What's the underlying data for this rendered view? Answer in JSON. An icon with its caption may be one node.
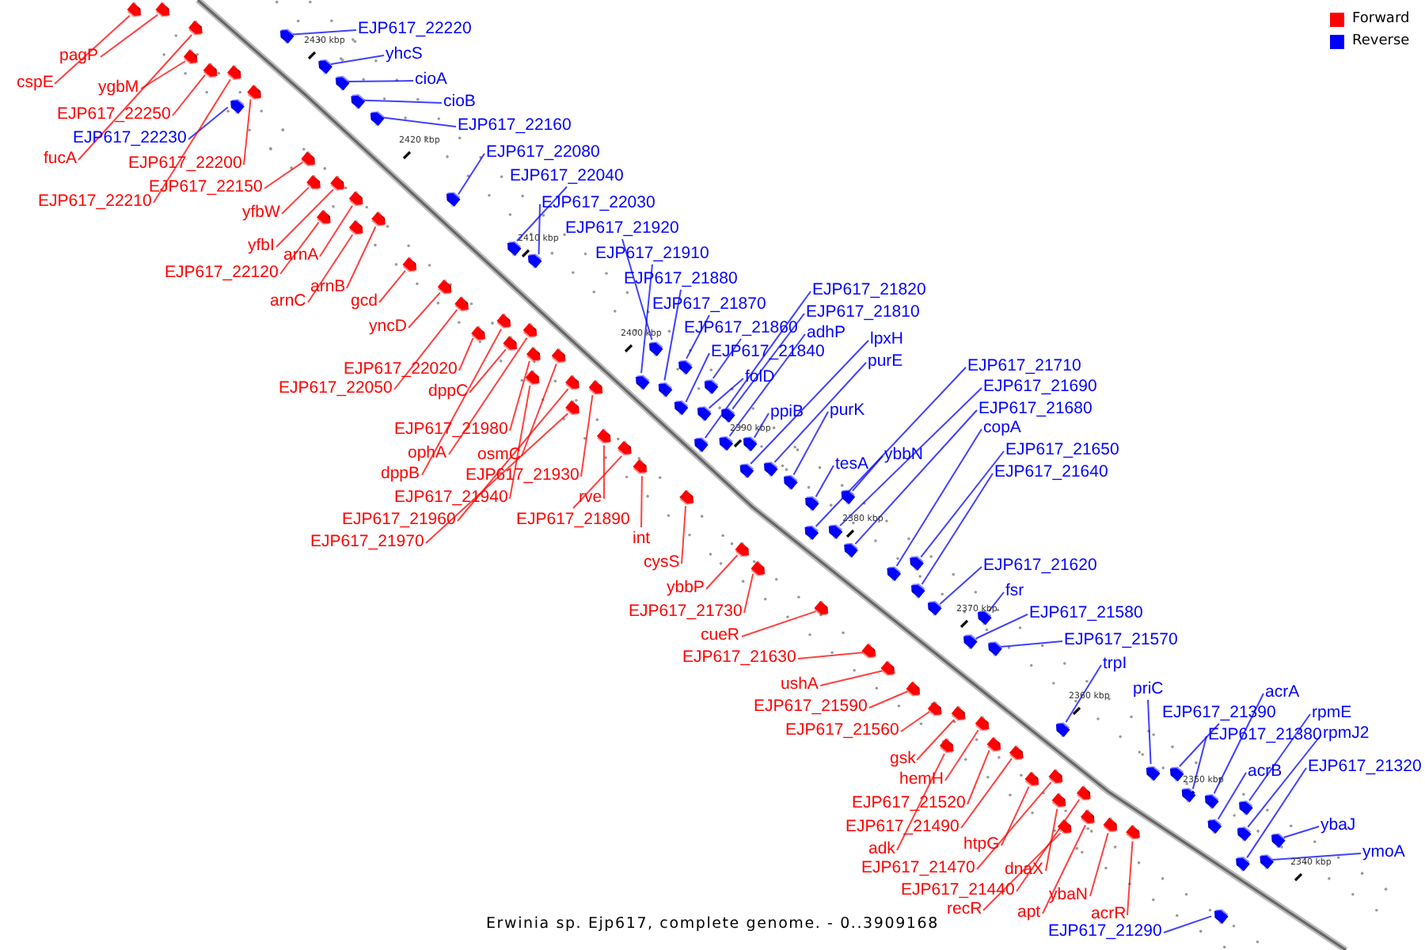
{
  "diagram": {
    "caption": "Erwinia sp. Ejp617, complete genome. - 0..3909168",
    "nodes": [
      {
        "text": [
          "pagP"
        ]
      },
      {
        "text": [
          "cspE"
        ]
      },
      {
        "text": [
          "ygbM"
        ]
      },
      {
        "text": [
          "EJP617_22250"
        ]
      },
      {
        "text": [
          "EJP617_22230"
        ]
      },
      {
        "text": [
          "fucA"
        ]
      },
      {
        "text": [
          "EJP617_22200"
        ]
      },
      {
        "text": [
          "EJP617_22210"
        ]
      },
      {
        "text": [
          "EJP617_22150"
        ]
      },
      {
        "text": [
          "yfbW"
        ]
      },
      {
        "text": [
          "yfbI"
        ]
      },
      {
        "text": [
          "arnA"
        ]
      },
      {
        "text": [
          "EJP617_22120"
        ]
      },
      {
        "text": [
          "arnB"
        ]
      },
      {
        "text": [
          "arnC"
        ]
      },
      {
        "text": [
          "gcd"
        ]
      },
      {
        "text": [
          "yncD"
        ]
      },
      {
        "text": [
          "EJP617_22020"
        ]
      },
      {
        "text": [
          "EJP617_22050"
        ]
      },
      {
        "text": [
          "dppC"
        ]
      },
      {
        "text": [
          "EJP617_21980"
        ]
      },
      {
        "text": [
          "ophA"
        ]
      },
      {
        "text": [
          "osmC"
        ]
      },
      {
        "text": [
          "dppB"
        ]
      },
      {
        "text": [
          "EJP617_21930"
        ]
      },
      {
        "text": [
          "EJP617_21940"
        ]
      },
      {
        "text": [
          "rve"
        ]
      },
      {
        "text": [
          "EJP617_21960"
        ]
      },
      {
        "text": [
          "EJP617_21890"
        ]
      },
      {
        "text": [
          "EJP617_21970"
        ]
      },
      {
        "text": [
          "int"
        ]
      },
      {
        "text": [
          "cysS"
        ]
      },
      {
        "text": [
          "ybbP"
        ]
      },
      {
        "text": [
          "EJP617_21730"
        ]
      },
      {
        "text": [
          "cueR"
        ]
      },
      {
        "text": [
          "EJP617_21630"
        ]
      },
      {
        "text": [
          "ushA"
        ]
      },
      {
        "text": [
          "EJP617_21590"
        ]
      },
      {
        "text": [
          "EJP617_21560"
        ]
      },
      {
        "text": [
          "gsk"
        ]
      },
      {
        "text": [
          "hemH"
        ]
      },
      {
        "text": [
          "EJP617_21520"
        ]
      },
      {
        "text": [
          "EJP617_21490"
        ]
      },
      {
        "text": [
          "adk"
        ]
      },
      {
        "text": [
          "htpG"
        ]
      },
      {
        "text": [
          "EJP617_21470"
        ]
      },
      {
        "text": [
          "dnaX"
        ]
      },
      {
        "text": [
          "EJP617_21440"
        ]
      },
      {
        "text": [
          "ybaN"
        ]
      },
      {
        "text": [
          "apt"
        ]
      },
      {
        "text": [
          "recR"
        ]
      },
      {
        "text": [
          "acrR"
        ]
      },
      {
        "text": [
          "EJP617_21290"
        ]
      },
      {
        "text": [
          "EJP617_22220"
        ]
      },
      {
        "text": [
          "yhcS"
        ]
      },
      {
        "text": [
          "cioA"
        ]
      },
      {
        "text": [
          "cioB"
        ]
      },
      {
        "text": [
          "EJP617_22160"
        ]
      },
      {
        "text": [
          "EJP617_22080"
        ]
      },
      {
        "text": [
          "EJP617_22040"
        ]
      },
      {
        "text": [
          "EJP617_22030"
        ]
      },
      {
        "text": [
          "EJP617_21920"
        ]
      },
      {
        "text": [
          "EJP617_21910"
        ]
      },
      {
        "text": [
          "EJP617_21880"
        ]
      },
      {
        "text": [
          "EJP617_21870"
        ]
      },
      {
        "text": [
          "EJP617_21860"
        ]
      },
      {
        "text": [
          "EJP617_21840"
        ]
      },
      {
        "text": [
          "EJP617_21820"
        ]
      },
      {
        "text": [
          "EJP617_21810"
        ]
      },
      {
        "text": [
          "adhP"
        ]
      },
      {
        "text": [
          "lpxH"
        ]
      },
      {
        "text": [
          "purE"
        ]
      },
      {
        "text": [
          "folD"
        ]
      },
      {
        "text": [
          "ppiB"
        ]
      },
      {
        "text": [
          "purK"
        ]
      },
      {
        "text": [
          "EJP617_21710"
        ]
      },
      {
        "text": [
          "EJP617_21690"
        ]
      },
      {
        "text": [
          "EJP617_21680"
        ]
      },
      {
        "text": [
          "copA"
        ]
      },
      {
        "text": [
          "EJP617_21650"
        ]
      },
      {
        "text": [
          "EJP617_21640"
        ]
      },
      {
        "text": [
          "tesA"
        ]
      },
      {
        "text": [
          "ybbN"
        ]
      },
      {
        "text": [
          "EJP617_21620"
        ]
      },
      {
        "text": [
          "fsr"
        ]
      },
      {
        "text": [
          "EJP617_21580"
        ]
      },
      {
        "text": [
          "EJP617_21570"
        ]
      },
      {
        "text": [
          "trpI"
        ]
      },
      {
        "text": [
          "priC"
        ]
      },
      {
        "text": [
          "EJP617_21390"
        ]
      },
      {
        "text": [
          "acrA"
        ]
      },
      {
        "text": [
          "EJP617_21380"
        ]
      },
      {
        "text": [
          "rpmE"
        ]
      },
      {
        "text": [
          "rpmJ2"
        ]
      },
      {
        "text": [
          "acrB"
        ]
      },
      {
        "text": [
          "EJP617_21320"
        ]
      },
      {
        "text": [
          "ybaJ"
        ]
      },
      {
        "text": [
          "ymoA"
        ]
      },
      {
        "text": [],
        "shape": "arrow"
      },
      {
        "text": [],
        "shape": "arrow"
      },
      {
        "text": [],
        "shape": "arrow"
      },
      {
        "text": [],
        "shape": "arrow"
      },
      {
        "text": [],
        "shape": "arrow"
      },
      {
        "text": [],
        "shape": "arrow"
      },
      {
        "text": [],
        "shape": "arrow"
      },
      {
        "text": [],
        "shape": "arrow"
      },
      {
        "text": [],
        "shape": "arrow"
      },
      {
        "text": [],
        "shape": "arrow"
      },
      {
        "text": [],
        "shape": "arrow"
      },
      {
        "text": [],
        "shape": "arrow"
      },
      {
        "text": [],
        "shape": "arrow"
      },
      {
        "text": [],
        "shape": "arrow"
      },
      {
        "text": [],
        "shape": "arrow"
      },
      {
        "text": [],
        "shape": "arrow"
      },
      {
        "text": [],
        "shape": "arrow"
      },
      {
        "text": [],
        "shape": "arrow"
      },
      {
        "text": [],
        "shape": "arrow"
      },
      {
        "text": [],
        "shape": "arrow"
      },
      {
        "text": [],
        "shape": "arrow"
      },
      {
        "text": [],
        "shape": "arrow"
      },
      {
        "text": [],
        "shape": "arrow"
      },
      {
        "text": [],
        "shape": "arrow"
      },
      {
        "text": [],
        "shape": "arrow"
      },
      {
        "text": [],
        "shape": "arrow"
      },
      {
        "text": [],
        "shape": "arrow"
      },
      {
        "text": [],
        "shape": "arrow"
      },
      {
        "text": [],
        "shape": "arrow"
      },
      {
        "text": [],
        "shape": "arrow"
      },
      {
        "text": [],
        "shape": "arrow"
      },
      {
        "text": [],
        "shape": "arrow"
      },
      {
        "text": [],
        "shape": "arrow"
      },
      {
        "text": [],
        "shape": "arrow"
      },
      {
        "text": [],
        "shape": "arrow"
      },
      {
        "text": [],
        "shape": "arrow"
      },
      {
        "text": [],
        "shape": "arrow"
      },
      {
        "text": [],
        "shape": "arrow"
      },
      {
        "text": [],
        "shape": "arrow"
      },
      {
        "text": [],
        "shape": "arrow"
      },
      {
        "text": [],
        "shape": "arrow"
      },
      {
        "text": [],
        "shape": "arrow"
      },
      {
        "text": [],
        "shape": "arrow"
      },
      {
        "text": [],
        "shape": "arrow"
      },
      {
        "text": [],
        "shape": "arrow"
      },
      {
        "text": [],
        "shape": "arrow"
      },
      {
        "text": [],
        "shape": "arrow"
      },
      {
        "text": [],
        "shape": "arrow"
      },
      {
        "text": [],
        "shape": "arrow"
      },
      {
        "text": [],
        "shape": "arrow"
      },
      {
        "text": [],
        "shape": "arrow"
      },
      {
        "text": [],
        "shape": "arrow"
      },
      {
        "text": [],
        "shape": "arrow"
      },
      {
        "text": [],
        "shape": "arrow"
      },
      {
        "text": [],
        "shape": "arrow"
      },
      {
        "text": [],
        "shape": "arrow"
      },
      {
        "text": [],
        "shape": "arrow"
      },
      {
        "text": [],
        "shape": "arrow"
      },
      {
        "text": [],
        "shape": "arrow"
      },
      {
        "text": [],
        "shape": "arrow"
      },
      {
        "text": [],
        "shape": "arrow"
      },
      {
        "text": [],
        "shape": "arrow"
      },
      {
        "text": [],
        "shape": "arrow"
      },
      {
        "text": [],
        "shape": "arrow"
      },
      {
        "text": [],
        "shape": "arrow"
      },
      {
        "text": [],
        "shape": "arrow"
      },
      {
        "text": [],
        "shape": "arrow"
      },
      {
        "text": [],
        "shape": "arrow"
      },
      {
        "text": [],
        "shape": "arrow"
      },
      {
        "text": [],
        "shape": "arrow"
      },
      {
        "text": [],
        "shape": "arrow"
      },
      {
        "text": [],
        "shape": "arrow"
      },
      {
        "text": [],
        "shape": "arrow"
      },
      {
        "text": [],
        "shape": "arrow"
      },
      {
        "text": [],
        "shape": "arrow"
      },
      {
        "text": [],
        "shape": "arrow"
      },
      {
        "text": [],
        "shape": "arrow"
      },
      {
        "text": [],
        "shape": "arrow"
      },
      {
        "text": [],
        "shape": "arrow"
      },
      {
        "text": [],
        "shape": "arrow"
      },
      {
        "text": [],
        "shape": "arrow"
      },
      {
        "text": [],
        "shape": "arrow"
      },
      {
        "text": [],
        "shape": "arrow"
      },
      {
        "text": [],
        "shape": "arrow"
      },
      {
        "text": [],
        "shape": "arrow"
      },
      {
        "text": [],
        "shape": "arrow"
      },
      {
        "text": [],
        "shape": "arrow"
      },
      {
        "text": [],
        "shape": "arrow"
      },
      {
        "text": [],
        "shape": "arrow"
      },
      {
        "text": [],
        "shape": "arrow"
      },
      {
        "text": [],
        "shape": "arrow"
      },
      {
        "text": [],
        "shape": "arrow"
      },
      {
        "text": [],
        "shape": "arrow"
      },
      {
        "text": [],
        "shape": "arrow"
      },
      {
        "text": [],
        "shape": "arrow"
      },
      {
        "text": [],
        "shape": "arrow"
      },
      {
        "text": [],
        "shape": "arrow"
      },
      {
        "text": [],
        "shape": "arrow"
      }
    ],
    "edges": [
      {
        "from": 0,
        "to": 98,
        "arrow": "none"
      },
      {
        "from": 1,
        "to": 99,
        "arrow": "none"
      },
      {
        "from": 2,
        "to": 100,
        "arrow": "none"
      },
      {
        "from": 3,
        "to": 101,
        "arrow": "none"
      },
      {
        "from": 4,
        "to": 102,
        "arrow": "none",
        "color": "#0000ff"
      },
      {
        "from": 5,
        "to": 103,
        "arrow": "none"
      },
      {
        "from": 6,
        "to": 104,
        "arrow": "none"
      },
      {
        "from": 7,
        "to": 105,
        "arrow": "none"
      },
      {
        "from": 8,
        "to": 106,
        "arrow": "none"
      },
      {
        "from": 9,
        "to": 107,
        "arrow": "none"
      },
      {
        "from": 10,
        "to": 108,
        "arrow": "none"
      },
      {
        "from": 11,
        "to": 109,
        "arrow": "none"
      },
      {
        "from": 12,
        "to": 110,
        "arrow": "none"
      },
      {
        "from": 13,
        "to": 111,
        "arrow": "none"
      },
      {
        "from": 14,
        "to": 112,
        "arrow": "none"
      },
      {
        "from": 15,
        "to": 113,
        "arrow": "none"
      },
      {
        "from": 16,
        "to": 114,
        "arrow": "none"
      },
      {
        "from": 17,
        "to": 115,
        "arrow": "none"
      },
      {
        "from": 18,
        "to": 116,
        "arrow": "none"
      },
      {
        "from": 19,
        "to": 117,
        "arrow": "none"
      },
      {
        "from": 20,
        "to": 118,
        "arrow": "none"
      },
      {
        "from": 21,
        "to": 119,
        "arrow": "none"
      },
      {
        "from": 22,
        "to": 120,
        "arrow": "none"
      },
      {
        "from": 23,
        "to": 121,
        "arrow": "none"
      },
      {
        "from": 24,
        "to": 122,
        "arrow": "none"
      },
      {
        "from": 25,
        "to": 123,
        "arrow": "none"
      },
      {
        "from": 26,
        "to": 124,
        "arrow": "none"
      },
      {
        "from": 27,
        "to": 125,
        "arrow": "none"
      },
      {
        "from": 28,
        "to": 126,
        "arrow": "none"
      },
      {
        "from": 29,
        "to": 127,
        "arrow": "none"
      },
      {
        "from": 30,
        "to": 128,
        "arrow": "none"
      },
      {
        "from": 31,
        "to": 129,
        "arrow": "none"
      },
      {
        "from": 32,
        "to": 130,
        "arrow": "none"
      },
      {
        "from": 33,
        "to": 131,
        "arrow": "none"
      },
      {
        "from": 34,
        "to": 132,
        "arrow": "none"
      },
      {
        "from": 35,
        "to": 133,
        "arrow": "none"
      },
      {
        "from": 36,
        "to": 134,
        "arrow": "none"
      },
      {
        "from": 37,
        "to": 135,
        "arrow": "none"
      },
      {
        "from": 38,
        "to": 136,
        "arrow": "none"
      },
      {
        "from": 39,
        "to": 137,
        "arrow": "none"
      },
      {
        "from": 40,
        "to": 138,
        "arrow": "none"
      },
      {
        "from": 41,
        "to": 139,
        "arrow": "none"
      },
      {
        "from": 42,
        "to": 140,
        "arrow": "none"
      },
      {
        "from": 43,
        "to": 141,
        "arrow": "none"
      },
      {
        "from": 44,
        "to": 142,
        "arrow": "none"
      },
      {
        "from": 45,
        "to": 143,
        "arrow": "none"
      },
      {
        "from": 46,
        "to": 144,
        "arrow": "none"
      },
      {
        "from": 47,
        "to": 145,
        "arrow": "none"
      },
      {
        "from": 48,
        "to": 146,
        "arrow": "none"
      },
      {
        "from": 49,
        "to": 147,
        "arrow": "none"
      },
      {
        "from": 50,
        "to": 148,
        "arrow": "none"
      },
      {
        "from": 51,
        "to": 149,
        "arrow": "none"
      },
      {
        "from": 52,
        "to": 150,
        "arrow": "none",
        "color": "#0000ff"
      },
      {
        "from": 53,
        "to": 151,
        "arrow": "none",
        "color": "#0000ff"
      },
      {
        "from": 54,
        "to": 152,
        "arrow": "none",
        "color": "#0000ff"
      },
      {
        "from": 55,
        "to": 153,
        "arrow": "none",
        "color": "#0000ff"
      },
      {
        "from": 56,
        "to": 154,
        "arrow": "none",
        "color": "#0000ff"
      },
      {
        "from": 57,
        "to": 155,
        "arrow": "none",
        "color": "#0000ff"
      },
      {
        "from": 58,
        "to": 156,
        "arrow": "none",
        "color": "#0000ff"
      },
      {
        "from": 59,
        "to": 157,
        "arrow": "none",
        "color": "#0000ff"
      },
      {
        "from": 60,
        "to": 158,
        "arrow": "none",
        "color": "#0000ff"
      },
      {
        "from": 61,
        "to": 159,
        "arrow": "none",
        "color": "#0000ff"
      },
      {
        "from": 62,
        "to": 160,
        "arrow": "none",
        "color": "#0000ff"
      },
      {
        "from": 63,
        "to": 161,
        "arrow": "none",
        "color": "#0000ff"
      },
      {
        "from": 64,
        "to": 162,
        "arrow": "none",
        "color": "#0000ff"
      },
      {
        "from": 65,
        "to": 163,
        "arrow": "none",
        "color": "#0000ff"
      },
      {
        "from": 66,
        "to": 164,
        "arrow": "none",
        "color": "#0000ff"
      },
      {
        "from": 67,
        "to": 165,
        "arrow": "none",
        "color": "#0000ff"
      },
      {
        "from": 68,
        "to": 166,
        "arrow": "none",
        "color": "#0000ff"
      },
      {
        "from": 69,
        "to": 167,
        "arrow": "none",
        "color": "#0000ff"
      },
      {
        "from": 70,
        "to": 168,
        "arrow": "none",
        "color": "#0000ff"
      },
      {
        "from": 71,
        "to": 169,
        "arrow": "none",
        "color": "#0000ff"
      },
      {
        "from": 72,
        "to": 170,
        "arrow": "none",
        "color": "#0000ff"
      },
      {
        "from": 73,
        "to": 171,
        "arrow": "none",
        "color": "#0000ff"
      },
      {
        "from": 74,
        "to": 172,
        "arrow": "none",
        "color": "#0000ff"
      },
      {
        "from": 75,
        "to": 173,
        "arrow": "none",
        "color": "#0000ff"
      },
      {
        "from": 76,
        "to": 174,
        "arrow": "none",
        "color": "#0000ff"
      },
      {
        "from": 77,
        "to": 175,
        "arrow": "none",
        "color": "#0000ff"
      },
      {
        "from": 78,
        "to": 176,
        "arrow": "none",
        "color": "#0000ff"
      },
      {
        "from": 79,
        "to": 177,
        "arrow": "none",
        "color": "#0000ff"
      },
      {
        "from": 80,
        "to": 178,
        "arrow": "none",
        "color": "#0000ff"
      },
      {
        "from": 81,
        "to": 179,
        "arrow": "none",
        "color": "#0000ff"
      },
      {
        "from": 82,
        "to": 180,
        "arrow": "none",
        "color": "#0000ff"
      },
      {
        "from": 83,
        "to": 181,
        "arrow": "none",
        "color": "#0000ff"
      },
      {
        "from": 84,
        "to": 182,
        "arrow": "none",
        "color": "#0000ff"
      },
      {
        "from": 85,
        "to": 183,
        "arrow": "none",
        "color": "#0000ff"
      },
      {
        "from": 86,
        "to": 184,
        "arrow": "none",
        "color": "#0000ff"
      },
      {
        "from": 87,
        "to": 185,
        "arrow": "none",
        "color": "#0000ff"
      },
      {
        "from": 88,
        "to": 186,
        "arrow": "none",
        "color": "#0000ff"
      },
      {
        "from": 89,
        "to": 187,
        "arrow": "none",
        "color": "#0000ff"
      },
      {
        "from": 90,
        "to": 188,
        "arrow": "none",
        "color": "#0000ff"
      },
      {
        "from": 91,
        "to": 189,
        "arrow": "none",
        "color": "#0000ff"
      },
      {
        "from": 92,
        "to": 190,
        "arrow": "none",
        "color": "#0000ff"
      },
      {
        "from": 93,
        "to": 191,
        "arrow": "none",
        "color": "#0000ff"
      },
      {
        "from": 94,
        "to": 192,
        "arrow": "none",
        "color": "#0000ff"
      },
      {
        "from": 95,
        "to": 193,
        "arrow": "none",
        "color": "#0000ff"
      },
      {
        "from": 96,
        "to": 194,
        "arrow": "none",
        "color": "#0000ff"
      },
      {
        "from": 97,
        "to": 195,
        "arrow": "none",
        "color": "#0000ff"
      }
    ],
    "labels": [
      "2430 kbp",
      "2420 kbp",
      "2410 kbp",
      "2400 kbp",
      "2390 kbp",
      "2380 kbp",
      "2370 kbp",
      "2360 kbp",
      "2350 kbp",
      "2340 kbp"
    ],
    "legend": [
      {
        "text": "Forward",
        "color": "#ff0000"
      },
      {
        "text": "Reverse",
        "color": "#0000ff"
      }
    ]
  }
}
